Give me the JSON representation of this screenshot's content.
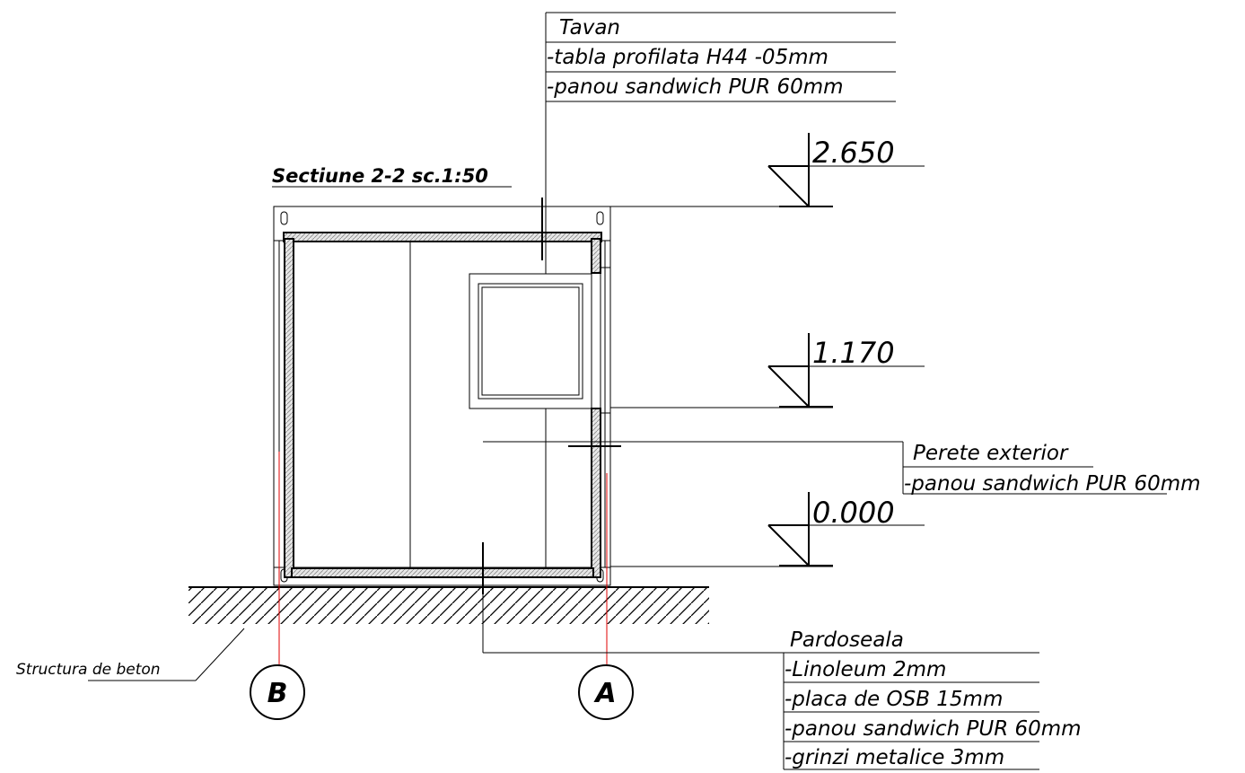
{
  "title": "Sectiune 2-2  sc.1:50",
  "levels": {
    "top": "2.650",
    "mid": "1.170",
    "zero": "0.000"
  },
  "ceiling": {
    "heading": "Tavan",
    "layers": [
      "-tabla profilata H44 -05mm",
      "-panou sandwich PUR 60mm"
    ]
  },
  "wall": {
    "heading": "Perete exterior",
    "layers": [
      "-panou sandwich PUR 60mm"
    ]
  },
  "floor": {
    "heading": "Pardoseala",
    "layers": [
      "-Linoleum 2mm",
      "-placa de OSB 15mm",
      "-panou sandwich PUR 60mm",
      "-grinzi metalice 3mm"
    ]
  },
  "foundation_label": "Structura de beton",
  "axes": {
    "left": "B",
    "right": "A"
  },
  "colors": {
    "axis_line": "#e00000",
    "ink": "#000000"
  }
}
